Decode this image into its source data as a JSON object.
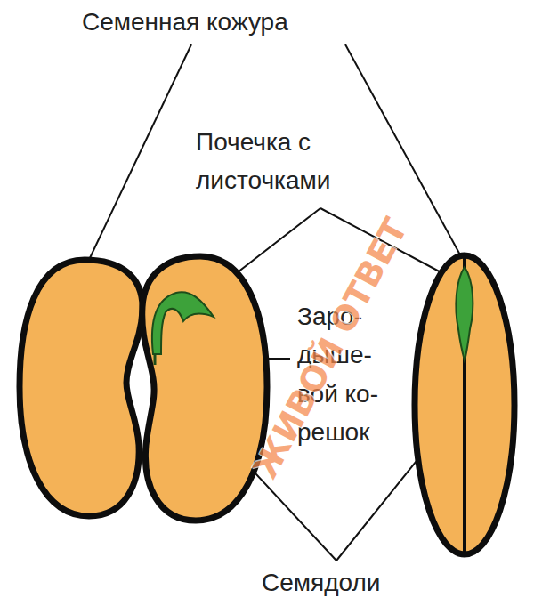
{
  "diagram": {
    "labels": [
      "Семенная кожура",
      "Почечка с листочками",
      "Заро- дыше- вой ко- решок",
      "Семядоли",
      "ЖИВОЙ ОТВЕТ"
    ]
  }
}
